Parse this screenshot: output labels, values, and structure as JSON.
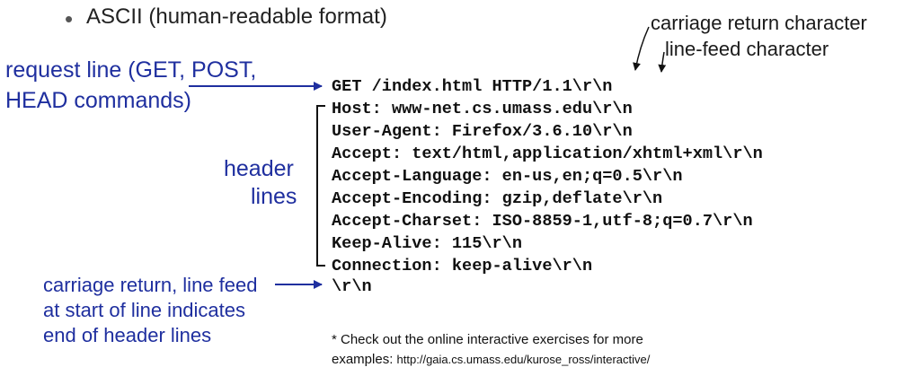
{
  "bullet": "ASCII (human-readable format)",
  "annotations": {
    "cr": "carriage return character",
    "lf": "line-feed character",
    "request_line_1": "request line (GET, POST,",
    "request_line_2": "HEAD commands)",
    "header_1": "header",
    "header_2": "lines",
    "end_1": "carriage return, line feed",
    "end_2": "at start of line indicates",
    "end_3": "end of header lines"
  },
  "http_request": [
    "GET /index.html HTTP/1.1\\r\\n",
    "Host: www-net.cs.umass.edu\\r\\n",
    "User-Agent: Firefox/3.6.10\\r\\n",
    "Accept: text/html,application/xhtml+xml\\r\\n",
    "Accept-Language: en-us,en;q=0.5\\r\\n",
    "Accept-Encoding: gzip,deflate\\r\\n",
    "Accept-Charset: ISO-8859-1,utf-8;q=0.7\\r\\n",
    "Keep-Alive: 115\\r\\n",
    "Connection: keep-alive\\r\\n",
    "\\r\\n"
  ],
  "footnote": {
    "line1": "* Check out the online interactive exercises for more",
    "line2_prefix": "examples: ",
    "url": "http://gaia.cs.umass.edu/kurose_ross/interactive/"
  },
  "colors": {
    "annotation_blue": "#1f2f9f",
    "code_text": "#111111"
  }
}
